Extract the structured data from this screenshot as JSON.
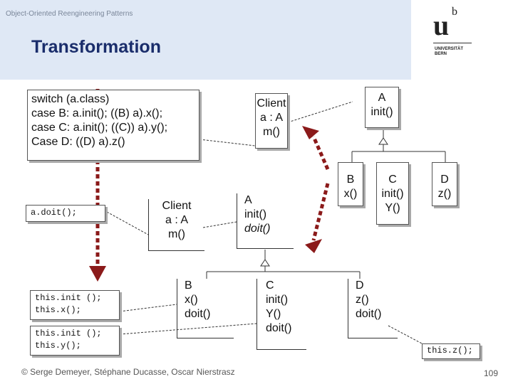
{
  "header": {
    "course": "Object-Oriented Reengineering Patterns",
    "title": "Transformation",
    "logo_mark": "u",
    "logo_superscript": "b",
    "logo_caption": [
      "UNIVERSITÄT",
      "BERN"
    ]
  },
  "switch_code": [
    "switch (a.class)",
    "case B: a.init(); ((B) a).x();",
    "case C: a.init(); ((C)) a).y();",
    "Case D: ((D) a).z()"
  ],
  "before": {
    "client": [
      "Client",
      "a : A",
      "m()"
    ],
    "class_a": [
      "A",
      "init()"
    ],
    "class_b": [
      "B",
      "x()"
    ],
    "class_c": [
      "C",
      "init()",
      "Y()"
    ],
    "class_d": [
      "D",
      "z()"
    ]
  },
  "after": {
    "doit_code": "a.doit();",
    "client": [
      "Client",
      "a : A",
      "m()"
    ],
    "class_a": [
      "A",
      "init()",
      "doit()"
    ],
    "class_b": [
      "B",
      "x()",
      "doit()"
    ],
    "class_c": [
      "C",
      "init()",
      "Y()",
      "doit()"
    ],
    "class_d": [
      "D",
      "z()",
      "doit()"
    ],
    "code_b": [
      "this.init ();",
      "this.x();"
    ],
    "code_c": [
      "this.init ();",
      "this.y();"
    ],
    "code_d": "this.z();"
  },
  "footer": {
    "credits": "© Serge Demeyer, Stéphane Ducasse, Oscar Nierstrasz",
    "page": "109"
  },
  "colors": {
    "header_bg": "#dfe8f5",
    "title": "#1a2d6b",
    "arrow": "#8b1a1a"
  }
}
